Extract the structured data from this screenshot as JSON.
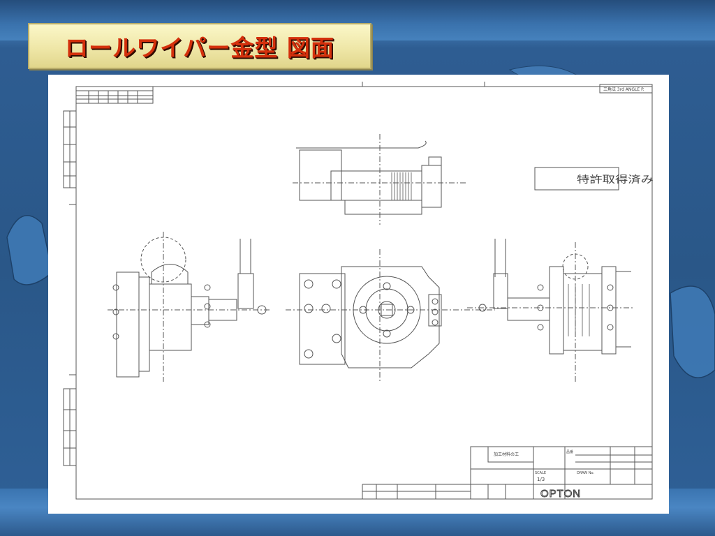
{
  "slide": {
    "title": "ロールワイパー金型 図面"
  },
  "drawing": {
    "top_right_label": "三角法 3rd ANGLE P.",
    "patent_note": "特許取得済み",
    "title_block": {
      "company": "OPTON",
      "sheet": "1/3",
      "small_a": "加工材料の工",
      "small_b": "品番",
      "small_c": "SCALE",
      "small_d": "DRAW No."
    }
  },
  "colors": {
    "title_text": "#d4300c",
    "title_bg": "#efe7a8",
    "slide_bg": "#2a5788",
    "drawing_line": "#555555"
  }
}
